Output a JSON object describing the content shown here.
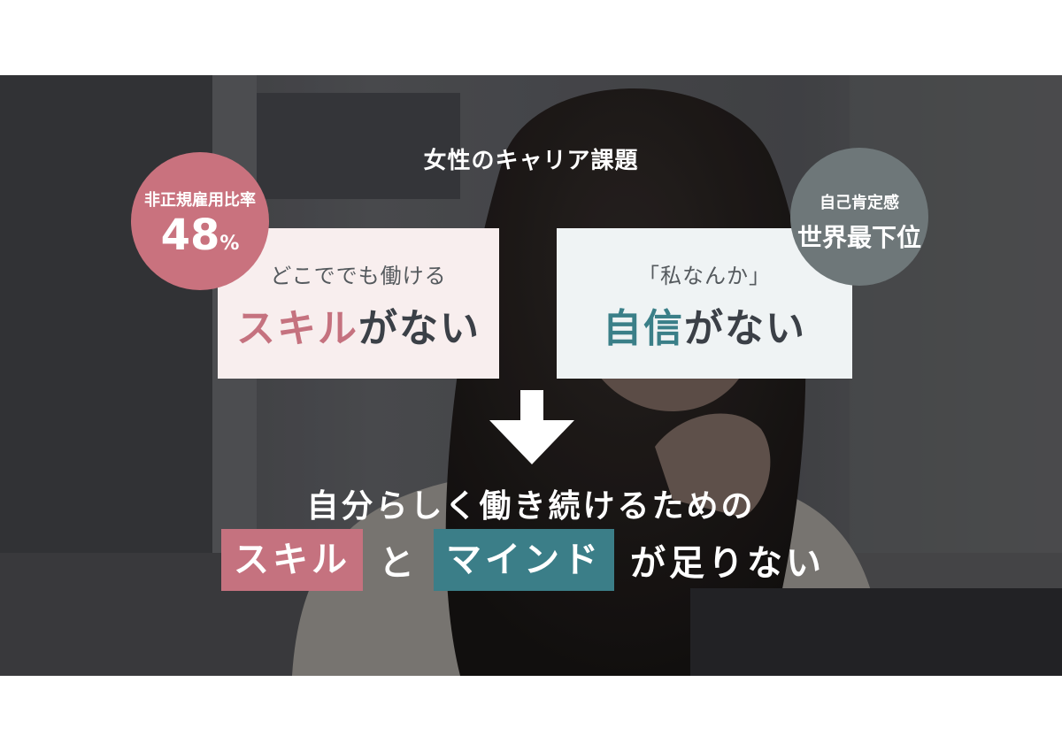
{
  "slide": {
    "title": "女性のキャリア課題",
    "left_box": {
      "sub": "どこででも働ける",
      "accent": "スキル",
      "rest": "がない"
    },
    "right_box": {
      "sub": "「私なんか」",
      "accent": "自信",
      "rest": "がない"
    },
    "left_circle": {
      "label": "非正規雇用比率",
      "value": "48",
      "unit": "%"
    },
    "right_circle": {
      "label": "自己肯定感",
      "value": "世界最下位"
    },
    "conclusion": {
      "line1": "自分らしく働き続けるための",
      "highlight1": "スキル",
      "joiner": "と",
      "highlight2": "マインド",
      "tail": "が足りない"
    }
  },
  "colors": {
    "pink": "#c5727f",
    "teal": "#3b7e88",
    "gray_circle": "#6e7779",
    "box_left": "#f8eeee",
    "box_right": "#eff3f4"
  },
  "icons": {
    "arrow": "down-arrow-icon"
  }
}
